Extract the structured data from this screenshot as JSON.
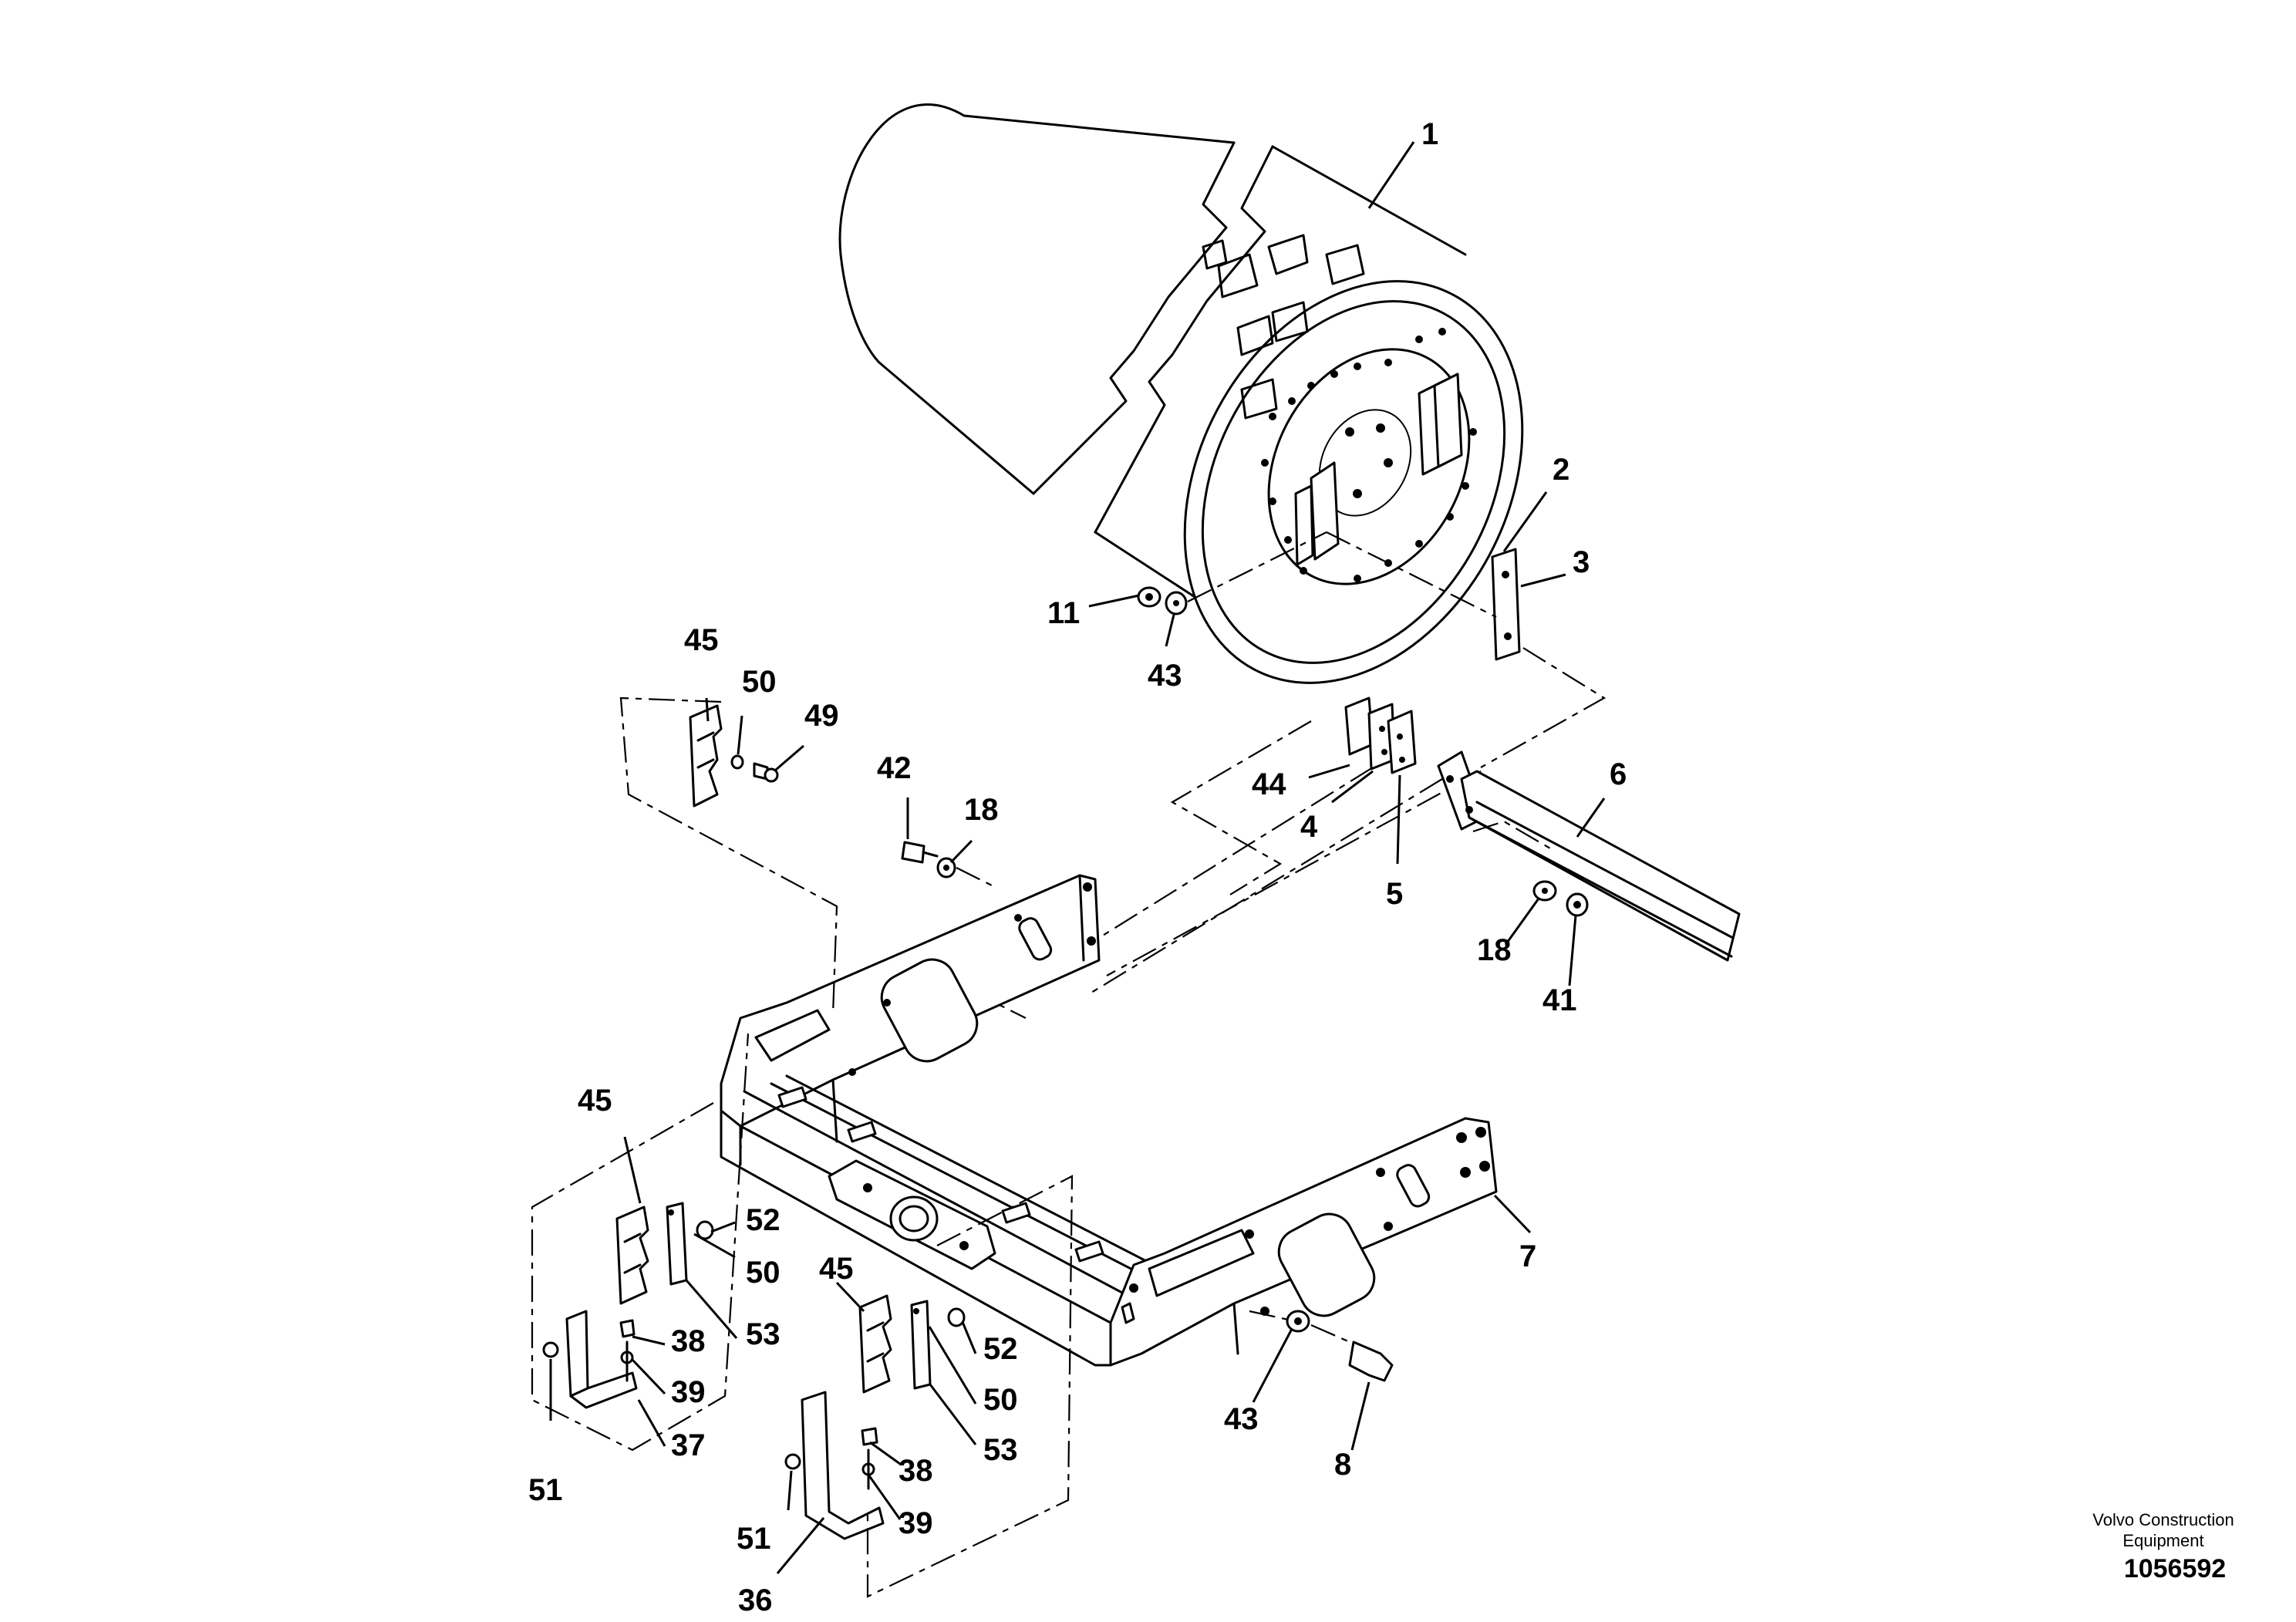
{
  "callouts": {
    "c1": "1",
    "c2": "2",
    "c3": "3",
    "c4": "4",
    "c5": "5",
    "c6": "6",
    "c7": "7",
    "c8": "8",
    "c11": "11",
    "c18a": "18",
    "c18b": "18",
    "c36": "36",
    "c37": "37",
    "c38a": "38",
    "c38b": "38",
    "c39a": "39",
    "c39b": "39",
    "c41": "41",
    "c42": "42",
    "c43a": "43",
    "c43b": "43",
    "c44": "44",
    "c45a": "45",
    "c45b": "45",
    "c45c": "45",
    "c49": "49",
    "c50a": "50",
    "c50b": "50",
    "c50c": "50",
    "c51a": "51",
    "c51b": "51",
    "c52a": "52",
    "c52b": "52",
    "c53a": "53",
    "c53b": "53"
  },
  "footer": {
    "company_line1": "Volvo Construction",
    "company_line2": "Equipment",
    "drawing_number": "1056592"
  }
}
